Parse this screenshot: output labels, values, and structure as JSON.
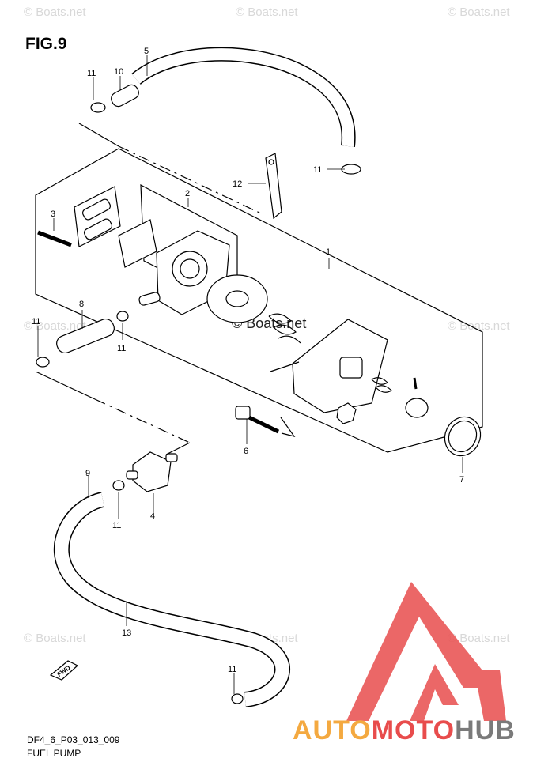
{
  "figure": {
    "title": "FIG.9"
  },
  "footer": {
    "code": "DF4_6_P03_013_009",
    "name": "FUEL PUMP"
  },
  "watermark": {
    "text": "© Boats.net"
  },
  "brand": {
    "part1": "AUTO",
    "part2": "MOTO",
    "part3": "HUB"
  },
  "fwd_label": "FWD",
  "callouts": {
    "c1": "1",
    "c2": "2",
    "c3": "3",
    "c4": "4",
    "c5": "5",
    "c6": "6",
    "c7": "7",
    "c8": "8",
    "c9": "9",
    "c10": "10",
    "c11a": "11",
    "c11b": "11",
    "c11c": "11",
    "c11d": "11",
    "c11e": "11",
    "c11f": "11",
    "c12": "12",
    "c13": "13"
  },
  "colors": {
    "line": "#000000",
    "logo_red": "#e84c4c",
    "logo_orange": "#f4a940",
    "logo_gray": "#7a7a7a"
  }
}
